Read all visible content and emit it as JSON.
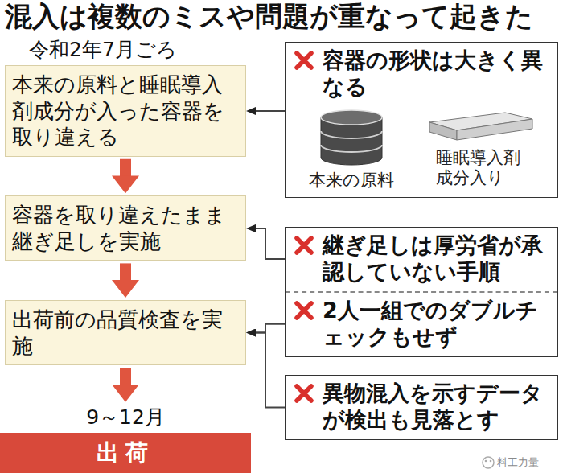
{
  "diagram": {
    "title": "混入は複数のミスや問題が重なって起きた",
    "nodes": [
      {
        "text": [
          "令和2年7月ごろ",
          "本来の原料と睡眠導入剤成分が入った容器を取り違える"
        ]
      },
      {
        "text": [
          "容器を取り違えたまま継ぎ足しを実施"
        ]
      },
      {
        "text": [
          "出荷前の品質検査を実施"
        ]
      },
      {
        "text": [
          "9～12月",
          "出荷"
        ]
      },
      {
        "text": [
          "容器の形状は大きく異なる",
          "本来の原料",
          "睡眠導入剤成分入り"
        ]
      },
      {
        "text": [
          "継ぎ足しは厚労省が承認していない手順",
          "2人一組でのダブルチェックもせず"
        ]
      },
      {
        "text": [
          "異物混入を示すデータが検出も見落とす"
        ]
      }
    ],
    "edges": [
      {
        "from": 0,
        "to": 1,
        "arrow": "to"
      },
      {
        "from": 1,
        "to": 2,
        "arrow": "to"
      },
      {
        "from": 2,
        "to": 3,
        "arrow": "to"
      },
      {
        "from": 4,
        "to": 0,
        "arrow": "to"
      },
      {
        "from": 5,
        "to": 1,
        "arrow": "to"
      },
      {
        "from": 5,
        "to": 2,
        "arrow": "to"
      },
      {
        "from": 6,
        "to": 2,
        "arrow": "to"
      }
    ],
    "labels": [
      "料工力量"
    ]
  }
}
